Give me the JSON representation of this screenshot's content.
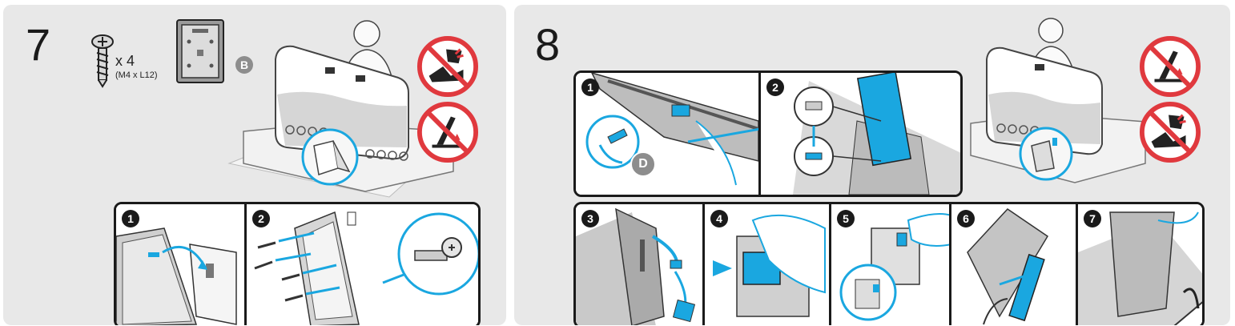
{
  "step7": {
    "number": "7",
    "parts": {
      "qty": "x 4",
      "size": "(M4 x L12)",
      "badge": "B"
    },
    "subs": [
      "1",
      "2"
    ],
    "screw_icon": "screw-icon",
    "bracket_icon": "wall-bracket-icon"
  },
  "step8": {
    "number": "8",
    "part_badge": "D",
    "subs": [
      "1",
      "2",
      "3",
      "4",
      "5",
      "6",
      "7"
    ]
  },
  "colors": {
    "accent": "#1aa7e0",
    "warning": "#e0393e",
    "panel": "#e8e8e8",
    "ink": "#1a1a1a"
  }
}
